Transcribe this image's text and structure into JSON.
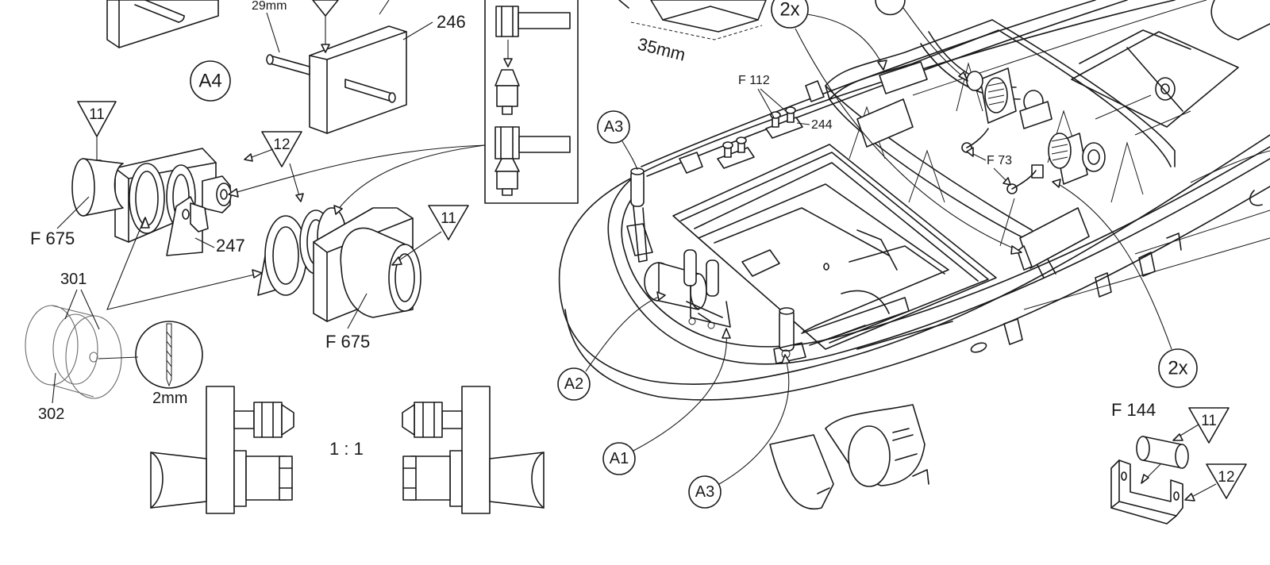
{
  "labels": {
    "dim_29mm": "29mm",
    "dim_35mm": "35mm",
    "dim_2mm": "2mm",
    "part_246": "246",
    "part_247": "247",
    "part_244": "244",
    "part_301": "301",
    "part_302": "302",
    "part_f675_a": "F 675",
    "part_f675_b": "F 675",
    "part_f112": "F 112",
    "part_f73": "F 73",
    "part_f144": "F 144",
    "scale": "1 : 1"
  },
  "circles": {
    "a4": "A4",
    "a3_top": "A3",
    "a2": "A2",
    "a1": "A1",
    "a3_bottom": "A3",
    "qty_top": "2x",
    "qty_right": "2x"
  },
  "triangles": {
    "t11_left": "11",
    "t12_mid": "12",
    "t11_mid": "11",
    "t11_right": "11",
    "t12_right": "12"
  }
}
